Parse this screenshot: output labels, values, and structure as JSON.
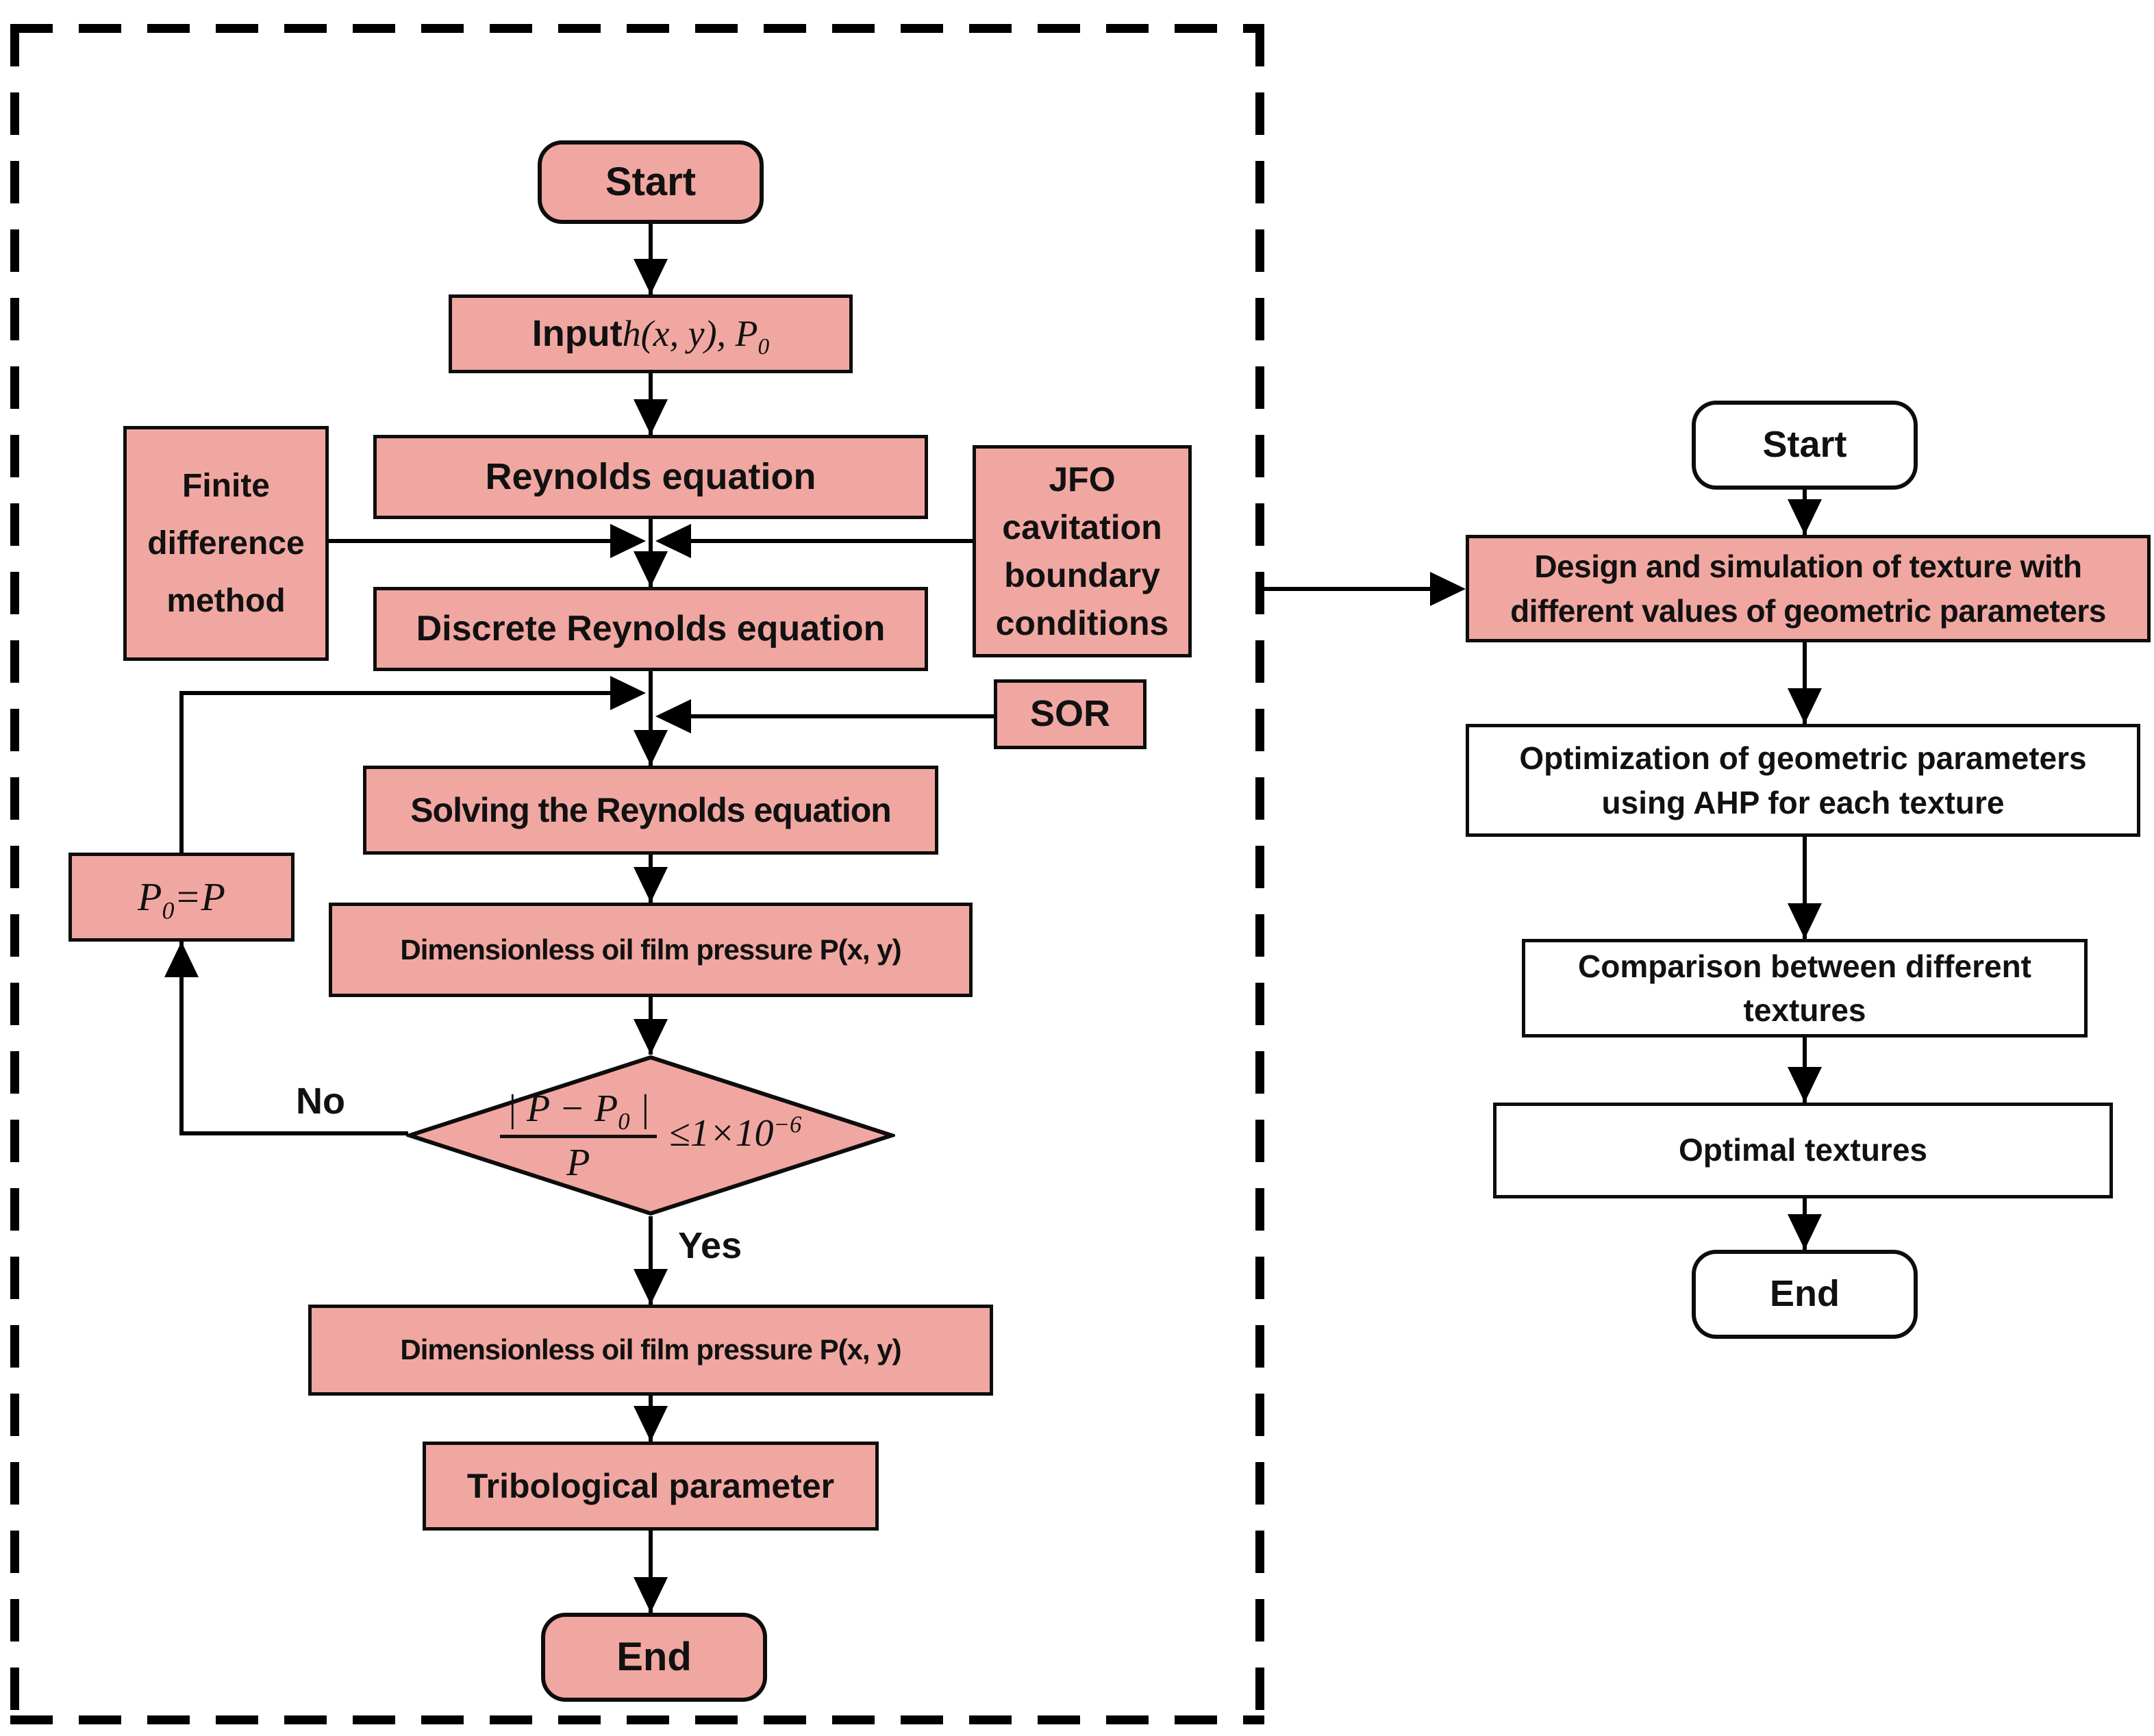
{
  "colors": {
    "node_fill_pink": "#F1A7A1",
    "node_fill_white": "#FFFFFF",
    "node_border": "#0d0d0d",
    "connector": "#000000"
  },
  "left_chart": {
    "start_label": "Start",
    "input": {
      "prefix": "Input",
      "math": " h(x, y), P",
      "sub": "0"
    },
    "reynolds": "Reynolds equation",
    "finite": "Finite difference method",
    "jfo": "JFO cavitation boundary conditions",
    "discrete": "Discrete Reynolds equation",
    "sor": "SOR",
    "solving": "Solving the Reynolds equation",
    "assign": {
      "p": "P",
      "sub": "0",
      "rest": "=P"
    },
    "oil_film_1": "Dimensionless oil film pressure P(x, y)",
    "decision": {
      "num_a": "| P − P",
      "num_sub": "0",
      "num_b": " |",
      "den": "P",
      "cond": "≤1×10",
      "exp": "−6"
    },
    "no_label": "No",
    "yes_label": "Yes",
    "oil_film_2": "Dimensionless oil film pressure P(x, y)",
    "tribological": "Tribological parameter",
    "end_label": "End"
  },
  "right_chart": {
    "start_label": "Start",
    "design": "Design and simulation of texture with different values of geometric parameters",
    "optimization": "Optimization of geometric parameters using AHP for each texture",
    "comparison": "Comparison between different textures",
    "optimal": "Optimal textures",
    "end_label": "End"
  }
}
